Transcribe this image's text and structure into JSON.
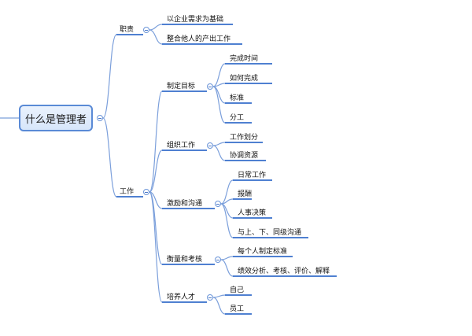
{
  "mindmap": {
    "root": "什么是管理者",
    "branches": [
      {
        "label": "职责",
        "children": [
          {
            "label": "以企业需求为基础"
          },
          {
            "label": "整合他人的产出工作"
          }
        ]
      },
      {
        "label": "工作",
        "children": [
          {
            "label": "制定目标",
            "children": [
              "完成时间",
              "如何完成",
              "标准",
              "分工"
            ]
          },
          {
            "label": "组织工作",
            "children": [
              "工作划分",
              "协调资源"
            ]
          },
          {
            "label": "激励和沟通",
            "children": [
              "日常工作",
              "报酬",
              "人事决策",
              "与上、下、同级沟通"
            ]
          },
          {
            "label": "衡量和考核",
            "children": [
              "每个人制定标准",
              "绩效分析、考核、评价、解释"
            ]
          },
          {
            "label": "培养人才",
            "children": [
              "自己",
              "员工"
            ]
          }
        ]
      }
    ]
  },
  "colors": {
    "line": "#7b9fdb",
    "underline": "#4f80d1",
    "root_border": "#5a8ad6"
  }
}
